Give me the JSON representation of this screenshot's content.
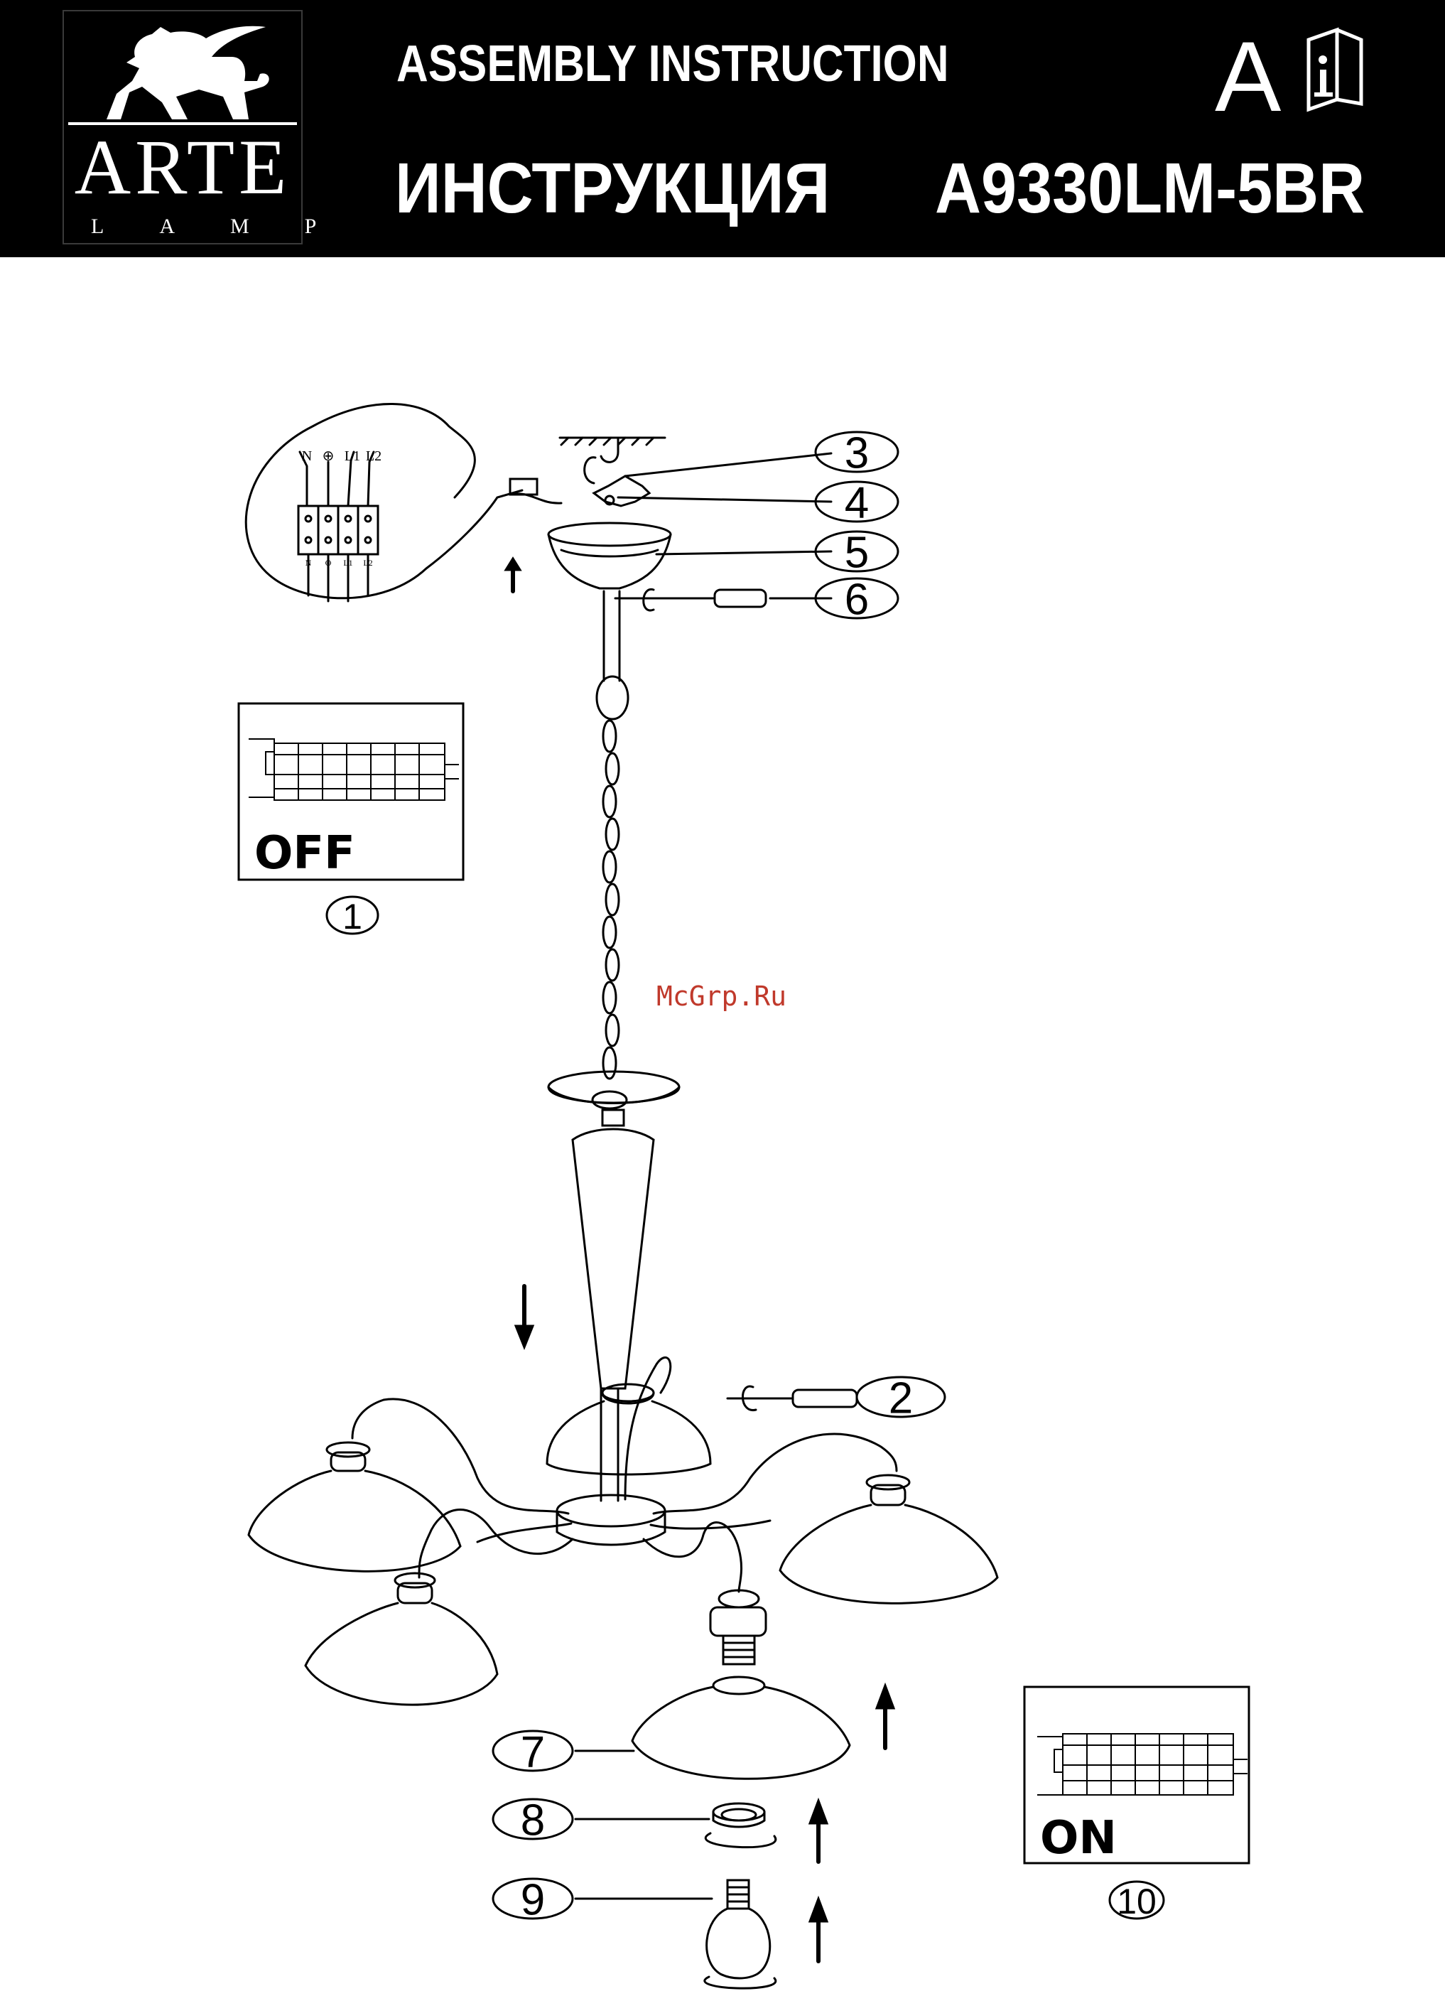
{
  "header": {
    "brand_top": "ARTE",
    "brand_bottom": "LAMP",
    "title_en": "ASSEMBLY INSTRUCTION",
    "title_ru": "ИНСТРУКЦИЯ",
    "model": "A9330LM-5BR",
    "language_letter": "A",
    "info_icon": "info-book-icon"
  },
  "wiring_labels": {
    "top": [
      "N",
      "⊕",
      "L1",
      "L2"
    ],
    "bottom": [
      "N",
      "⊕",
      "L1",
      "L2"
    ]
  },
  "panels": {
    "off_label": "OFF",
    "on_label": "ON"
  },
  "callouts": {
    "c1": "1",
    "c2": "2",
    "c3": "3",
    "c4": "4",
    "c5": "5",
    "c6": "6",
    "c7": "7",
    "c8": "8",
    "c9": "9",
    "c10": "10"
  },
  "watermark": "McGrp.Ru",
  "colors": {
    "header_bg": "#000000",
    "line": "#000000",
    "watermark": "#c0392b"
  }
}
